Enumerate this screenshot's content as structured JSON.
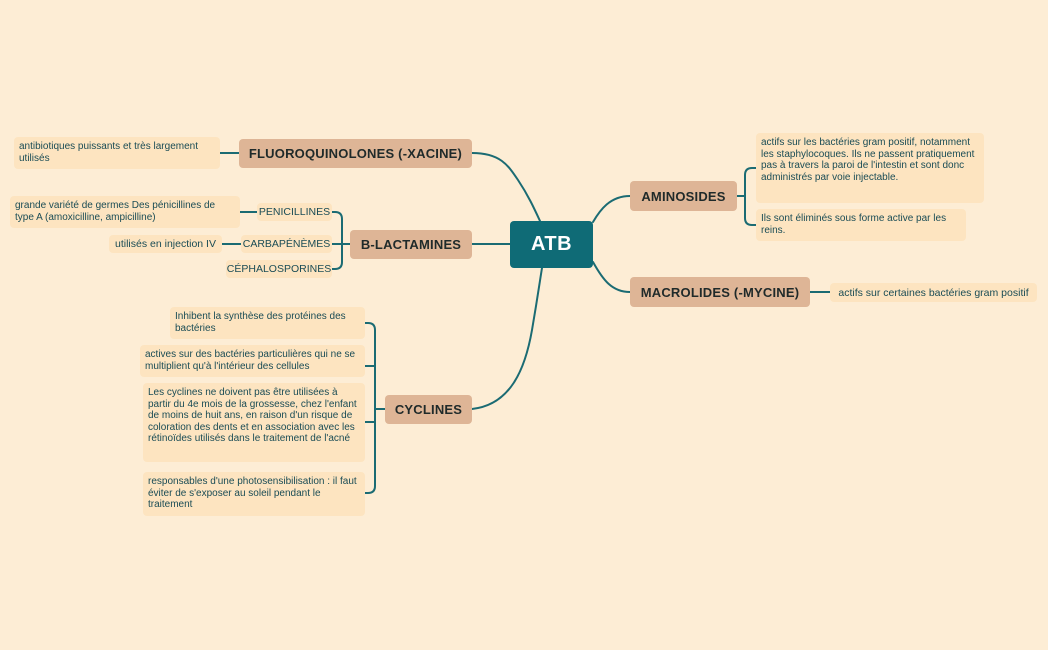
{
  "colors": {
    "background": "#fdedd5",
    "central_fill": "#0f6b76",
    "branch_fill": "#deb596",
    "leaf_fill": "#fde4c0",
    "connector": "#1b6b73",
    "leaf_text": "#1a4c55"
  },
  "central": {
    "label": "ATB"
  },
  "fluoroquinolones": {
    "label": "FLUOROQUINOLONES (-XACINE)",
    "notes": [
      "antibiotiques puissants et très largement utilisés"
    ]
  },
  "b_lactamines": {
    "label": "B-LACTAMINES",
    "children": [
      {
        "label": "PENICILLINES",
        "note": "grande variété de germes Des pénicillines de type A (amoxicilline, ampicilline)"
      },
      {
        "label": "CARBAPÉNÈMES",
        "note": "utilisés en injection IV"
      },
      {
        "label": "CÉPHALOSPORINES"
      }
    ]
  },
  "cyclines": {
    "label": "CYCLINES",
    "notes": [
      "Inhibent la synthèse des protéines des bactéries",
      "actives sur des bactéries particulières qui ne se multiplient qu'à l'intérieur des cellules",
      "Les cyclines ne doivent pas être utilisées à partir du 4e mois de la grossesse, chez l'enfant de moins de huit ans, en raison d'un risque de coloration des dents et en association avec les rétinoïdes utilisés dans le traitement de l'acné",
      "responsables d'une photosensibilisation : il faut éviter de s'exposer au soleil pendant le traitement"
    ]
  },
  "aminosides": {
    "label": "AMINOSIDES",
    "notes": [
      "actifs sur les bactéries gram positif, notamment les staphylocoques. Ils ne passent pratiquement pas à travers la paroi de l'intestin et sont donc administrés par voie injectable.",
      "Ils sont éliminés sous forme active par les reins."
    ]
  },
  "macrolides": {
    "label": "MACROLIDES (-MYCINE)",
    "notes": [
      "actifs sur certaines bactéries gram positif"
    ]
  }
}
